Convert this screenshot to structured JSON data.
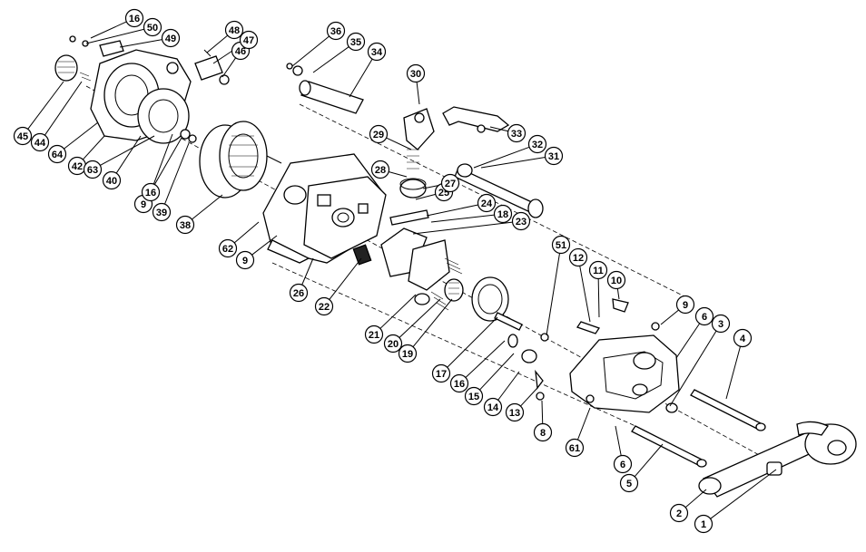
{
  "diagram": {
    "callouts": [
      {
        "label": "1"
      },
      {
        "label": "2"
      },
      {
        "label": "3"
      },
      {
        "label": "4"
      },
      {
        "label": "5"
      },
      {
        "label": "6"
      },
      {
        "label": "6"
      },
      {
        "label": "8"
      },
      {
        "label": "9"
      },
      {
        "label": "9"
      },
      {
        "label": "9"
      },
      {
        "label": "10"
      },
      {
        "label": "11"
      },
      {
        "label": "12"
      },
      {
        "label": "13"
      },
      {
        "label": "14"
      },
      {
        "label": "15"
      },
      {
        "label": "16"
      },
      {
        "label": "16"
      },
      {
        "label": "16"
      },
      {
        "label": "17"
      },
      {
        "label": "18"
      },
      {
        "label": "19"
      },
      {
        "label": "20"
      },
      {
        "label": "21"
      },
      {
        "label": "22"
      },
      {
        "label": "23"
      },
      {
        "label": "24"
      },
      {
        "label": "25"
      },
      {
        "label": "26"
      },
      {
        "label": "27"
      },
      {
        "label": "28"
      },
      {
        "label": "29"
      },
      {
        "label": "30"
      },
      {
        "label": "31"
      },
      {
        "label": "32"
      },
      {
        "label": "33"
      },
      {
        "label": "34"
      },
      {
        "label": "35"
      },
      {
        "label": "36"
      },
      {
        "label": "38"
      },
      {
        "label": "39"
      },
      {
        "label": "40"
      },
      {
        "label": "42"
      },
      {
        "label": "44"
      },
      {
        "label": "45"
      },
      {
        "label": "46"
      },
      {
        "label": "47"
      },
      {
        "label": "48"
      },
      {
        "label": "49"
      },
      {
        "label": "50"
      },
      {
        "label": "51"
      },
      {
        "label": "61"
      },
      {
        "label": "62"
      },
      {
        "label": "63"
      },
      {
        "label": "64"
      }
    ]
  }
}
